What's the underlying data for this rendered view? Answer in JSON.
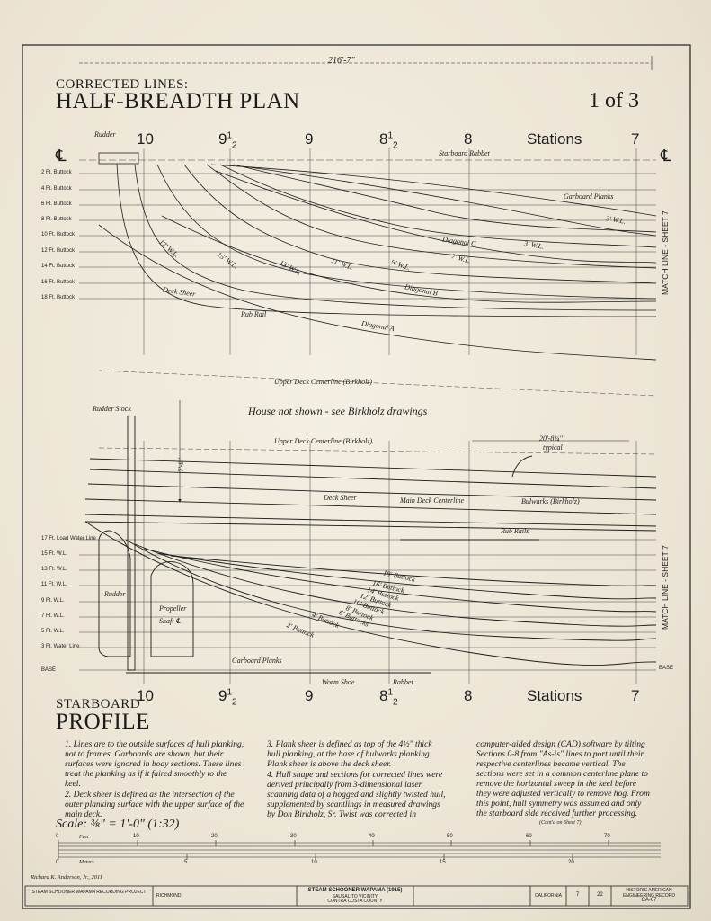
{
  "half_breadth": {
    "title_small": "CORRECTED LINES:",
    "title_big": "HALF-BREADTH PLAN",
    "sheet_of": "1 of 3",
    "overall_length": "216'-7\"",
    "rudder_label": "Rudder",
    "centerline_symbol": "℄",
    "stations": [
      "10",
      "9",
      "9",
      "8",
      "8",
      "Stations",
      "7"
    ],
    "half_mark": "1",
    "half_den": "2",
    "buttocks": [
      "2 Ft. Buttock",
      "4 Ft. Buttock",
      "6 Ft. Buttock",
      "8 Ft. Buttock",
      "10 Ft. Buttock",
      "12 Ft. Buttock",
      "14 Ft. Buttock",
      "16 Ft. Buttock",
      "18 Ft. Buttock"
    ],
    "labels": {
      "starboard_rabbet": "Starboard Rabbet",
      "garboard_planks": "Garboard Planks",
      "wl3": "3' W.L.",
      "wl3b": "3' W.L.",
      "wl7": "7' W.L.",
      "wl9": "9' W.L.",
      "wl11": "11' W.L.",
      "wl13": "13' W.L.",
      "wl15": "15' W.L.",
      "wl17": "17' W.L.",
      "diagonal_a": "Diagonal A",
      "diagonal_b": "Diagonal B",
      "diagonal_c": "Diagonal C",
      "deck_sheer": "Deck Sheer",
      "rub_rail": "Rub Rail"
    },
    "match_line": "MATCH LINE - SHEET 7"
  },
  "profile": {
    "upper_deck_cl": "Upper Deck Centerline (Birkholz)",
    "upper_deck_cl2": "Upper Deck Centerline (Birkholz)",
    "house_note": "House not shown - see Birkholz drawings",
    "rudder_stock": "Rudder Stock",
    "dim_79": "7'-9\"",
    "dim_typ": "20'-8¾\"",
    "typical": "typical",
    "deck_sheer": "Deck Sheer",
    "main_deck_cl": "Main Deck Centerline",
    "bulwarks": "Bulwarks (Birkholz)",
    "rub_rails": "Rub Rails",
    "rudder": "Rudder",
    "propeller": "Propeller",
    "shaft": "Shaft ℄",
    "garboard": "Garboard Planks",
    "worm_shoe": "Worm Shoe",
    "rabbet": "Rabbet",
    "base": "BASE",
    "waterlines": [
      "17 Ft. Load Water Line",
      "15 Ft. W.L.",
      "13 Ft. W.L.",
      "11 Ft. W.L.",
      "9 Ft. W.L.",
      "7 Ft. W.L.",
      "5 Ft. W.L.",
      "3 Ft. Water Line"
    ],
    "buttocks": [
      "18' Buttock",
      "16' Buttock",
      "14' Buttock",
      "12' Buttock",
      "10' Buttock",
      "8' Buttock",
      "6' Buttocks",
      "4' Buttock",
      "2' Buttock"
    ],
    "title_small": "STARBOARD",
    "title_big": "PROFILE",
    "match_line": "MATCH LINE - SHEET 7"
  },
  "notes": {
    "n1": "1. Lines are to the outside surfaces of hull planking, not to frames. Garboards are shown, but their surfaces were ignored in body sections. These lines treat the planking as if it faired smoothly to the keel.",
    "n2": "2. Deck sheer is defined as the intersection of the outer planking surface with the upper surface of the main deck.",
    "n3": "3. Plank sheer is defined as top of the 4½\" thick hull planking, at the base of bulwarks planking. Plank sheer is above the deck sheer.",
    "n4": "4. Hull shape and sections for corrected lines were derived principally from 3-dimensional laser scanning data of a hogged and slightly twisted hull, supplemented by scantlings in measured drawings by Don Birkholz, Sr. Twist was corrected in",
    "n5": "computer-aided design (CAD) software by tilting Sections 0-8 from \"As-is\" lines to port until their respective centerlines became vertical. The sections were set in a common centerline plane to remove the horizontal sweep in the keel before they were adjusted vertically to remove hog. From this point, hull symmetry was assumed and only the starboard side received further processing.",
    "contd": "(Cont'd on Sheet 7)"
  },
  "scale": {
    "text": "Scale: ⅜\" = 1'-0\" (1:32)",
    "feet_label": "Feet",
    "feet_ticks": [
      "0",
      "10",
      "20",
      "30",
      "40",
      "50",
      "60",
      "70"
    ],
    "meters_label": "Meters",
    "meter_ticks": [
      "0",
      "5",
      "10",
      "15",
      "20"
    ]
  },
  "title_block": {
    "delineator": "Richard K. Anderson, Jr., 2011",
    "project": "STEAM SCHOONER WAPAMA (1915)",
    "sub1": "SAUSALITO VICINITY",
    "sub2": "CONTRA COSTA COUNTY",
    "state": "CALIFORNIA",
    "sheet_no": "7",
    "sheet_of": "22",
    "agency": "HISTORIC AMERICAN ENGINEERING RECORD",
    "survey": "CA-67",
    "left_label": "STEAM SCHOONER WAPAMA RECORDING PROJECT",
    "richmond": "RICHMOND"
  }
}
